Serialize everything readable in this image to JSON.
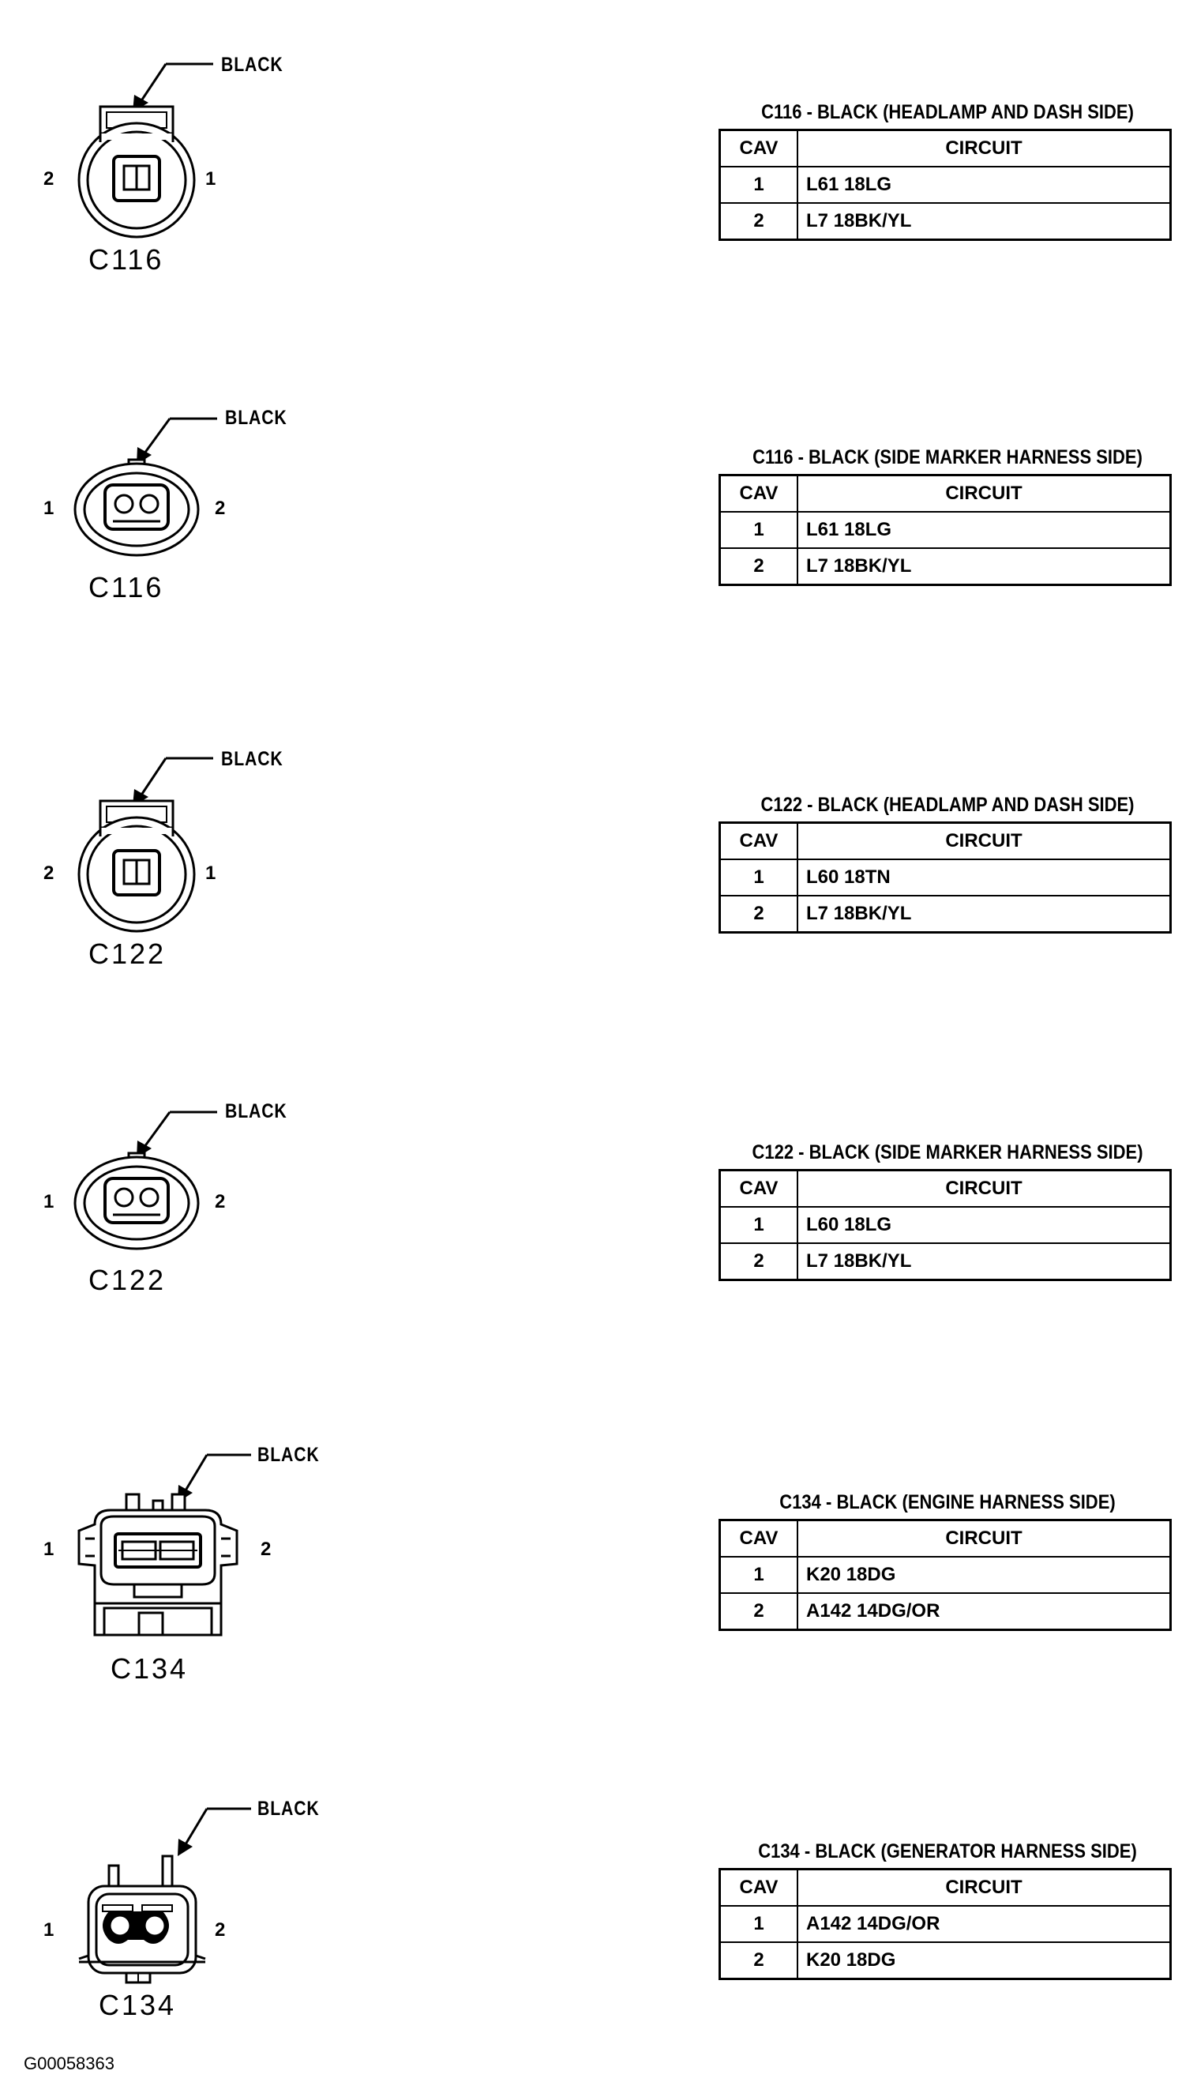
{
  "figure_id": "G00058363",
  "table_headers": {
    "cav": "CAV",
    "circuit": "CIRCUIT"
  },
  "connectors": [
    {
      "name": "C116",
      "color_label": "BLACK",
      "style": "a",
      "pin_left": "2",
      "pin_right": "1",
      "title": "C116 - BLACK (HEADLAMP AND DASH SIDE)",
      "rows": [
        {
          "cav": "1",
          "circuit": "L61 18LG"
        },
        {
          "cav": "2",
          "circuit": "L7 18BK/YL"
        }
      ]
    },
    {
      "name": "C116",
      "color_label": "BLACK",
      "style": "b",
      "pin_left": "1",
      "pin_right": "2",
      "title": "C116 - BLACK (SIDE MARKER HARNESS SIDE)",
      "rows": [
        {
          "cav": "1",
          "circuit": "L61 18LG"
        },
        {
          "cav": "2",
          "circuit": "L7 18BK/YL"
        }
      ]
    },
    {
      "name": "C122",
      "color_label": "BLACK",
      "style": "a",
      "pin_left": "2",
      "pin_right": "1",
      "title": "C122 - BLACK (HEADLAMP AND DASH SIDE)",
      "rows": [
        {
          "cav": "1",
          "circuit": "L60 18TN"
        },
        {
          "cav": "2",
          "circuit": "L7 18BK/YL"
        }
      ]
    },
    {
      "name": "C122",
      "color_label": "BLACK",
      "style": "b",
      "pin_left": "1",
      "pin_right": "2",
      "title": "C122 - BLACK (SIDE MARKER HARNESS SIDE)",
      "rows": [
        {
          "cav": "1",
          "circuit": "L60 18LG"
        },
        {
          "cav": "2",
          "circuit": "L7 18BK/YL"
        }
      ]
    },
    {
      "name": "C134",
      "color_label": "BLACK",
      "style": "c",
      "pin_left": "1",
      "pin_right": "2",
      "title": "C134 - BLACK (ENGINE HARNESS SIDE)",
      "rows": [
        {
          "cav": "1",
          "circuit": "K20 18DG"
        },
        {
          "cav": "2",
          "circuit": "A142 14DG/OR"
        }
      ]
    },
    {
      "name": "C134",
      "color_label": "BLACK",
      "style": "d",
      "pin_left": "1",
      "pin_right": "2",
      "title": "C134 - BLACK (GENERATOR HARNESS SIDE)",
      "rows": [
        {
          "cav": "1",
          "circuit": "A142 14DG/OR"
        },
        {
          "cav": "2",
          "circuit": "K20 18DG"
        }
      ]
    }
  ]
}
